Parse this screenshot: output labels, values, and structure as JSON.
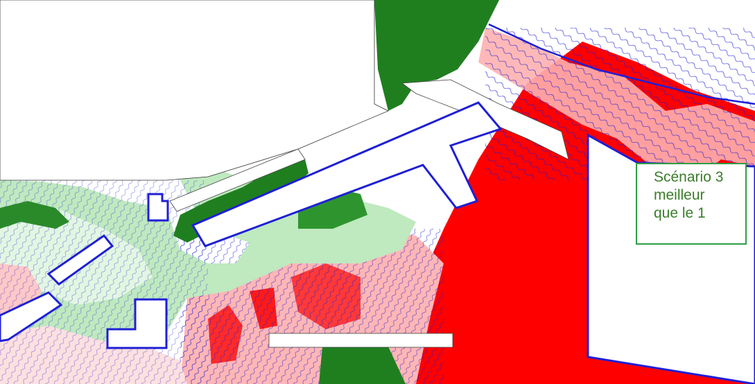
{
  "annotation": {
    "lines": [
      "Scénario 3",
      "meilleur",
      "que le 1"
    ]
  },
  "colors": {
    "strong_red": "#ff0000",
    "light_red": "#ffc8c8",
    "pale_pink": "#fbe3e3",
    "light_green": "#b8e8b8",
    "pale_green": "#dff5df",
    "dark_green": "#1e7f1e",
    "contour_blue": "#1f1fd6",
    "building_fill": "#ffffff",
    "building_outline": "#1f1fd6",
    "annotation_border": "#2f9e44",
    "annotation_text": "#3a7d2a"
  }
}
